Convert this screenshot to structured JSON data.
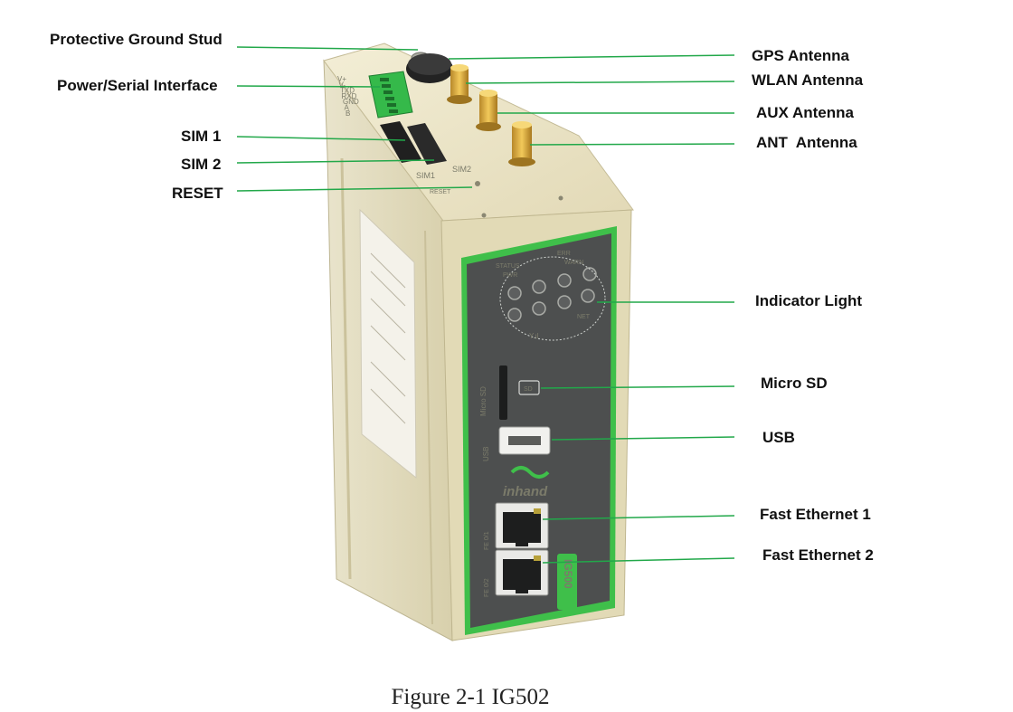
{
  "callouts_left": {
    "ground_stud": "Protective Ground Stud",
    "power_serial": "Power/Serial Interface",
    "sim1": "SIM 1",
    "sim2": "SIM 2",
    "reset": "RESET"
  },
  "callouts_right": {
    "gps": "GPS Antenna",
    "wlan": "WLAN Antenna",
    "aux": "AUX Antenna",
    "ant": "ANT  Antenna",
    "indicator": "Indicator Light",
    "micro_sd": "Micro SD",
    "usb": "USB",
    "fe1": "Fast Ethernet 1",
    "fe2": "Fast Ethernet 2"
  },
  "device_print": {
    "terminal_labels": [
      "V+",
      "V-",
      "TXD",
      "RXD",
      "GND",
      "A",
      "B"
    ],
    "sim1": "SIM1",
    "sim2": "SIM2",
    "reset": "RESET",
    "status": "STATUS",
    "pwr": "PWR",
    "err": "ERR",
    "warn": "WARN",
    "net": "NET",
    "signal": "Y.ıl",
    "micro_sd": "Micro SD",
    "sd_icon": "SD",
    "usb": "USB",
    "brand": "inhand",
    "fe1": "FE 0/1",
    "fe2": "FE 0/2",
    "model": "IG500"
  },
  "caption": "Figure 2-1 IG502",
  "colors": {
    "leader_line": "#22a84a",
    "housing": "#e6dfc0",
    "panel": "#4d4f4f",
    "accent_green": "#3fbf4a"
  }
}
